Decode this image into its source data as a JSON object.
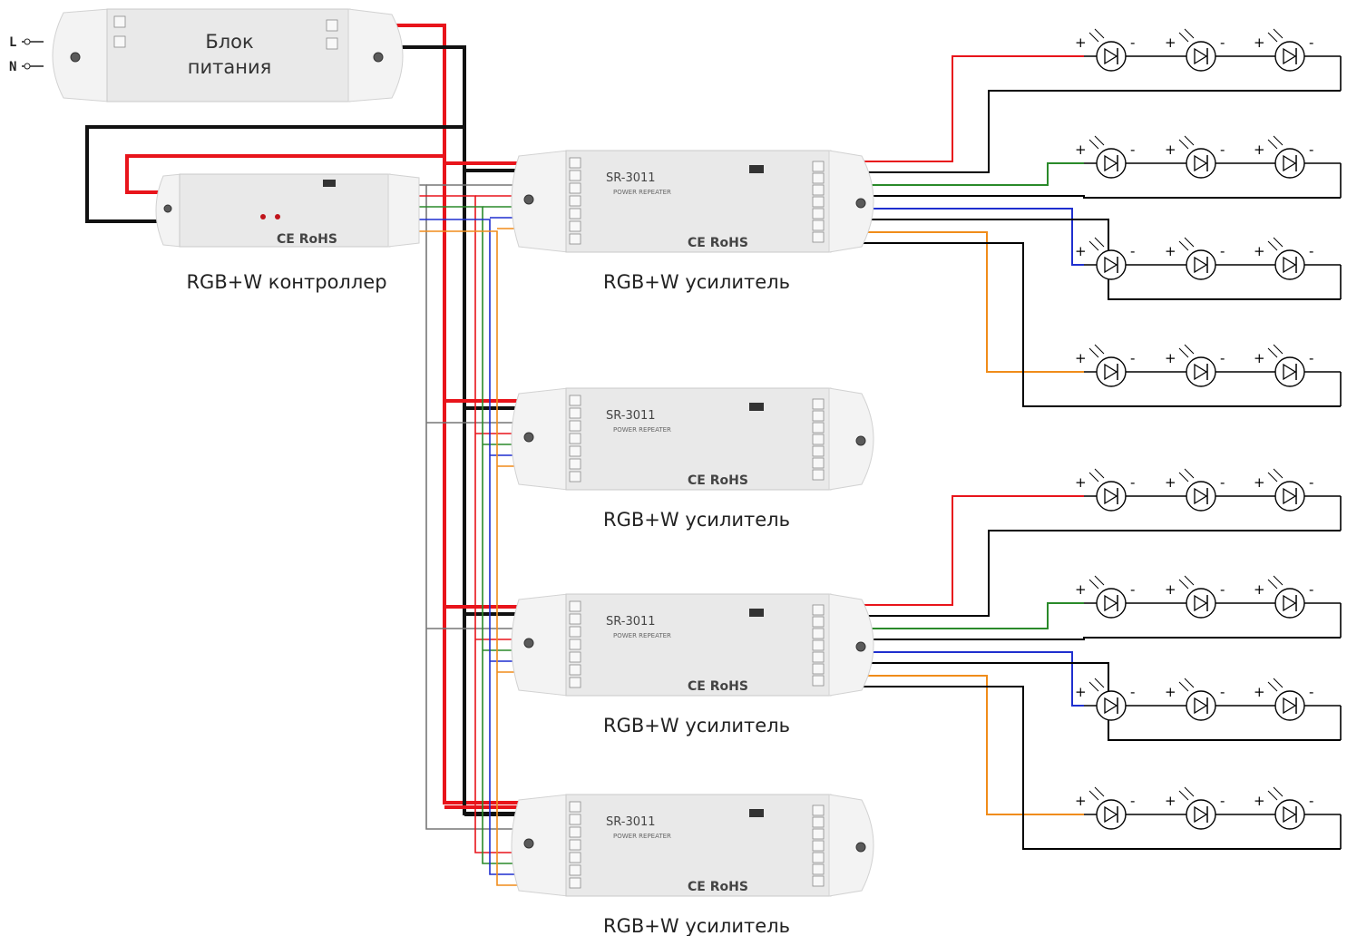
{
  "power_supply": {
    "label_line1": "Блок",
    "label_line2": "питания",
    "input_l": "L",
    "input_n": "N"
  },
  "controller": {
    "caption": "RGB+W контроллер",
    "logo": "CE RoHS"
  },
  "amplifiers": [
    {
      "caption": "RGB+W усилитель",
      "model": "SR-3011",
      "subtitle": "POWER REPEATER",
      "logo": "CE RoHS"
    },
    {
      "caption": "RGB+W усилитель",
      "model": "SR-3011",
      "subtitle": "POWER REPEATER",
      "logo": "CE RoHS"
    },
    {
      "caption": "RGB+W усилитель",
      "model": "SR-3011",
      "subtitle": "POWER REPEATER",
      "logo": "CE RoHS"
    },
    {
      "caption": "RGB+W усилитель",
      "model": "SR-3011",
      "subtitle": "POWER REPEATER",
      "logo": "CE RoHS"
    }
  ],
  "led_symbols": {
    "plus": "+",
    "minus": "-"
  },
  "wire_colors": {
    "positive": "#e8141b",
    "ground": "#111111",
    "red": "#e8141b",
    "green": "#2a8a2a",
    "blue": "#1f2fcf",
    "white": "#f08c1a",
    "signal_grey": "#777777"
  }
}
